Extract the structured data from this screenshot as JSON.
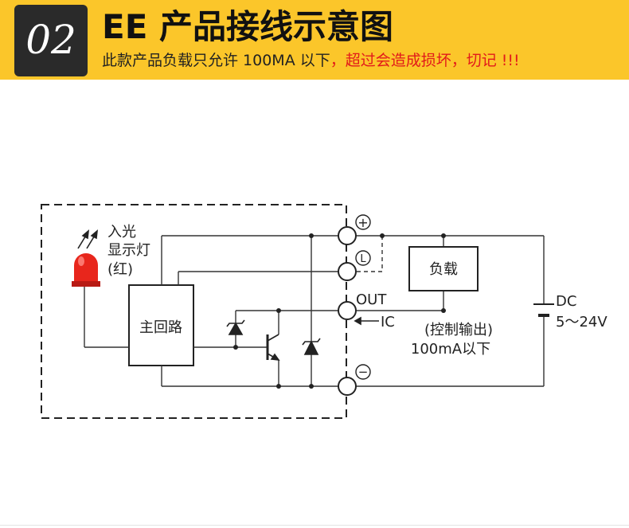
{
  "header": {
    "badge": "02",
    "title": "EE 产品接线示意图",
    "notice_prefix": "此款产品负载只允许 100MA 以下",
    "notice_warning": "，超过会造成损坏，切记 !!!",
    "colors": {
      "band": "#fbc62a",
      "badge": "#2a2a2a",
      "warning": "#e21a1a"
    }
  },
  "diagram": {
    "led_label_line1": "入光",
    "led_label_line2": "显示灯",
    "led_label_line3": "(红)",
    "main_circuit": "主回路",
    "load": "负载",
    "terminal_plus": "+",
    "terminal_l": "L",
    "terminal_out": "OUT",
    "terminal_minus": "−",
    "ic_label": "IC",
    "control_output": "(控制输出)",
    "current_limit": "100mA以下",
    "supply_type": "DC",
    "supply_range": "5～24V",
    "led_color": "#e8261c"
  }
}
